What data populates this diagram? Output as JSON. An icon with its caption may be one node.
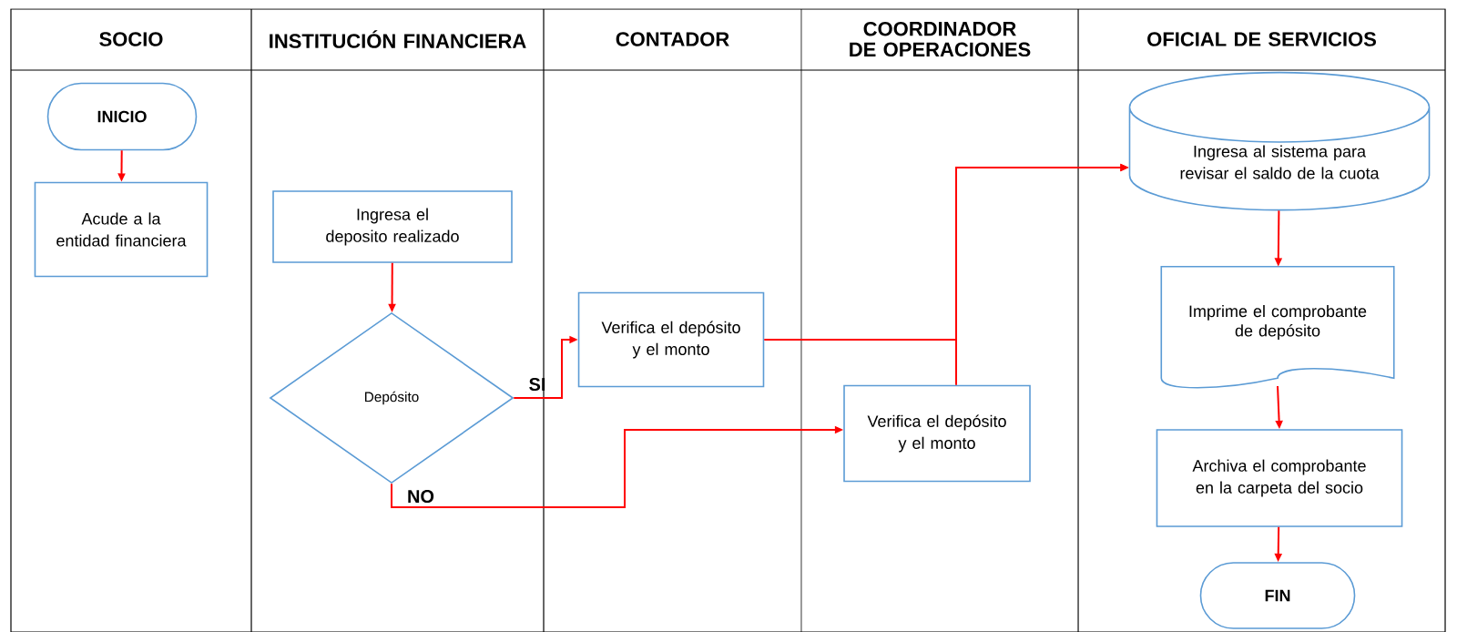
{
  "diagram": {
    "nodes": [
      {
        "text": [
          "INICIO"
        ]
      },
      {
        "text": [
          "Acude a la entidad financiera"
        ]
      },
      {
        "text": [
          "Ingresa el deposito realizado"
        ]
      },
      {
        "text": [
          "Depósito"
        ]
      },
      {
        "text": [
          "Verifica el depósito y el monto"
        ]
      },
      {
        "text": [
          "Verifica el depósito y el monto"
        ]
      },
      {
        "text": [
          "Ingresa al sistema para revisar el saldo de la cuota"
        ]
      },
      {
        "text": [
          "Imprime el comprobante de depósito"
        ]
      },
      {
        "text": [
          "Archiva el comprobante en la carpeta del socio"
        ]
      },
      {
        "text": [
          "FIN"
        ]
      }
    ],
    "edges": [
      {
        "from": 0,
        "to": 1,
        "arrow": "to"
      },
      {
        "from": 2,
        "to": 3,
        "arrow": "to"
      },
      {
        "from": 3,
        "to": 4,
        "label": "SI",
        "arrow": "to"
      },
      {
        "from": 3,
        "to": 5,
        "label": "NO",
        "arrow": "to"
      },
      {
        "from": 4,
        "to": 6,
        "arrow": "to"
      },
      {
        "from": 5,
        "to": 6,
        "arrow": "to"
      },
      {
        "from": 6,
        "to": 7,
        "arrow": "to"
      },
      {
        "from": 7,
        "to": 8,
        "arrow": "to"
      },
      {
        "from": 8,
        "to": 9,
        "arrow": "to"
      }
    ],
    "labels": [
      "SOCIO",
      "INSTITUCIÓN FINANCIERA",
      "CONTADOR",
      "COORDINADOR DE OPERACIONES",
      "OFICIAL DE SERVICIOS"
    ]
  }
}
